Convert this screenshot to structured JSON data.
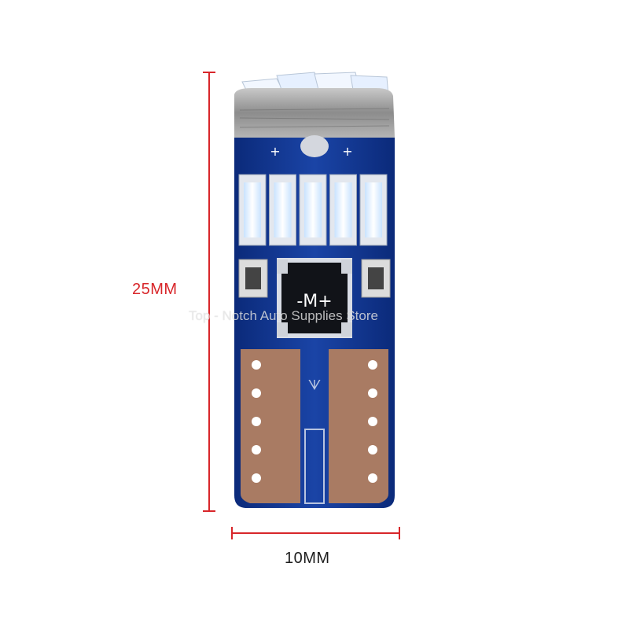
{
  "dimensions": {
    "height_label": "25MM",
    "width_label": "10MM"
  },
  "product": {
    "board_marks": {
      "plus_left": "+",
      "plus_right": "+",
      "chip_marking": "-M+"
    },
    "led_count": 5,
    "pad_rows": 5
  },
  "watermark": "Top - Notch Auto Supplies Store",
  "colors": {
    "dimension_line": "#d8262a",
    "pcb_blue": "#12348c",
    "copper_pad": "#a97b63",
    "led_white": "#eef6ff"
  }
}
